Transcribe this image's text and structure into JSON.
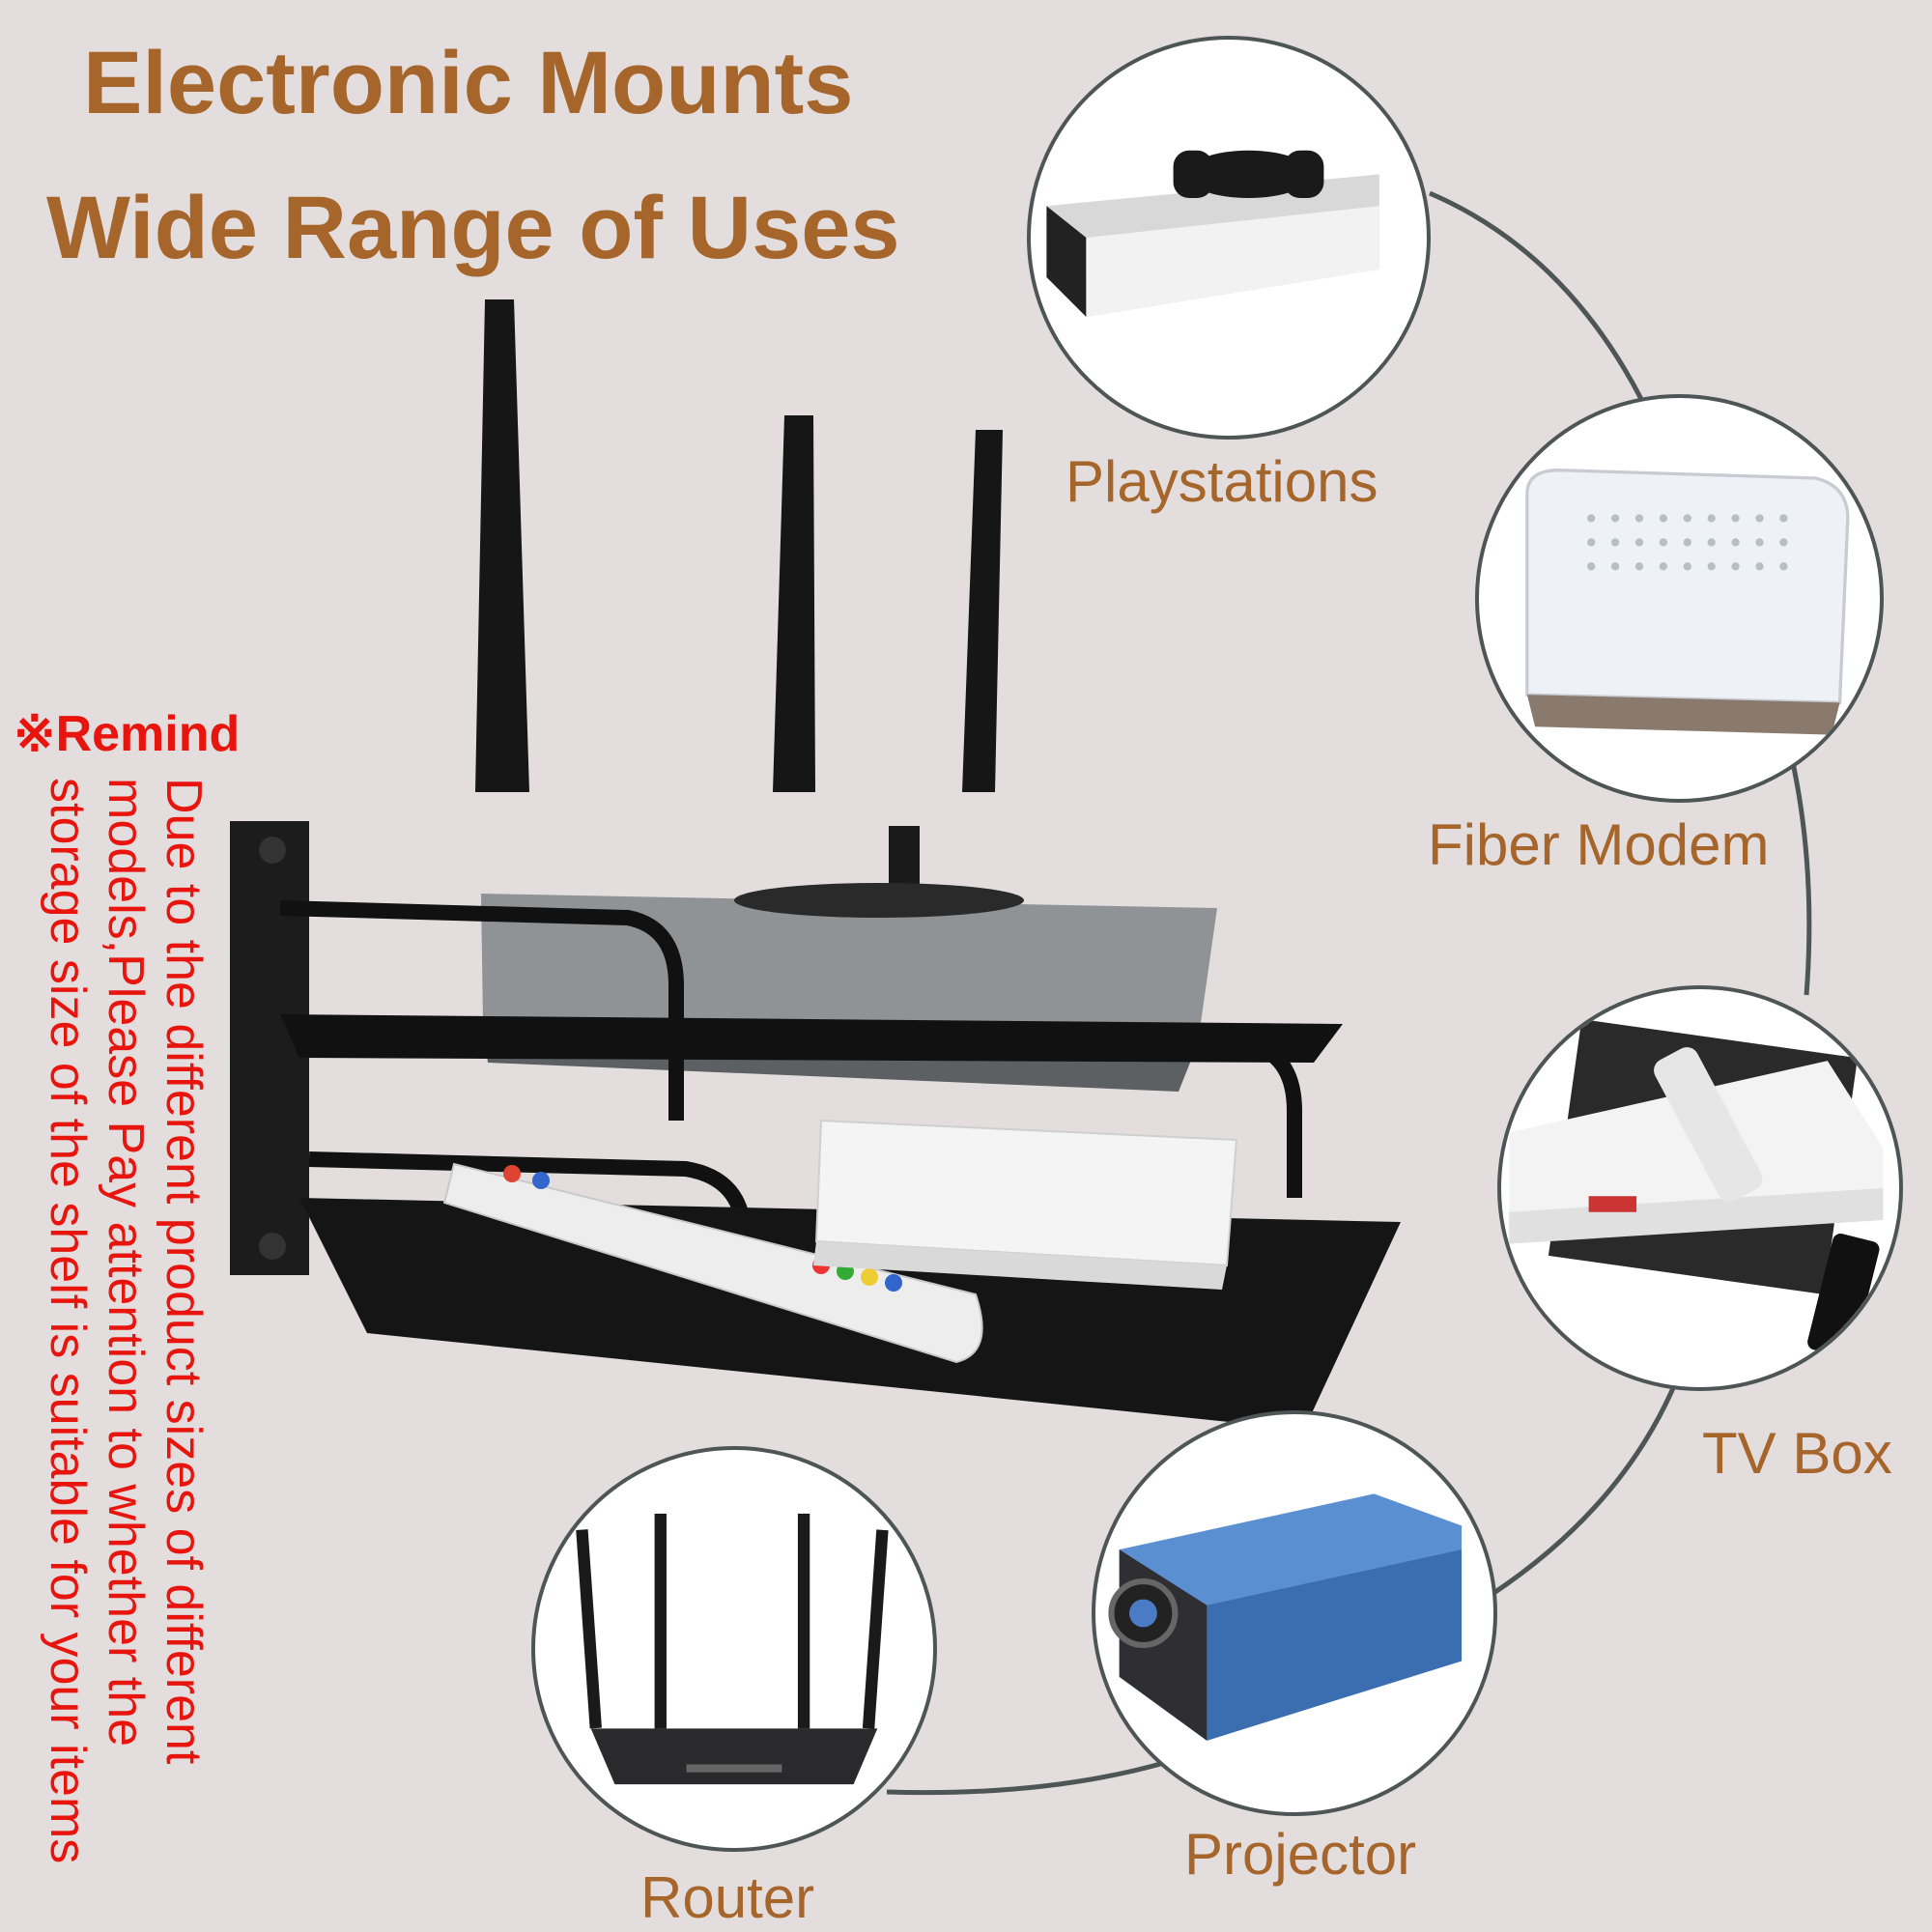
{
  "headline": {
    "line1": "Electronic Mounts",
    "line2": "Wide  Range of Uses"
  },
  "uses": [
    {
      "label": "Playstations",
      "icon": "game-console-icon"
    },
    {
      "label": "Fiber Modem",
      "icon": "modem-icon"
    },
    {
      "label": "TV Box",
      "icon": "tv-box-icon"
    },
    {
      "label": "Projector",
      "icon": "projector-icon"
    },
    {
      "label": "Router",
      "icon": "router-icon"
    }
  ],
  "remind": {
    "title": "※Remind",
    "body": "Due to the different product sizes of different models,Please Pay attention to whether the storage size of the shelf is suitable for your items"
  },
  "colors": {
    "background": "#e3dedd",
    "headline": "#a5652b",
    "label": "#a5652b",
    "remind": "#e8150f",
    "outline": "#4e5557"
  }
}
